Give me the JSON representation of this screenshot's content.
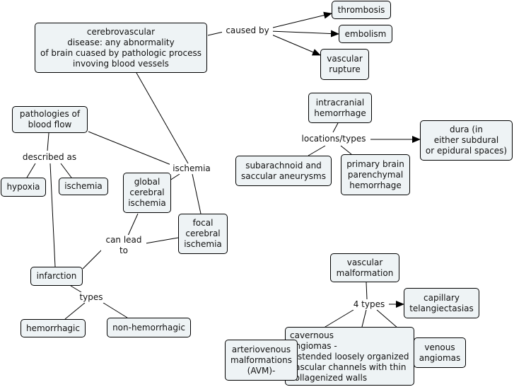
{
  "nodes": {
    "cerebrovascular": "cerebrovascular\ndisease: any abnormality\nof brain cuased by pathologic process\ninvoving blood vessels",
    "thrombosis": "thrombosis",
    "embolism": "embolism",
    "vascular_rupture": "vascular\nrupture",
    "pathologies": "pathologies of\nblood flow",
    "hypoxia": "hypoxia",
    "ischemia_box": "ischemia",
    "global_ischemia": "global\ncerebral\nischemia",
    "focal_ischemia": "focal\ncerebral\nischemia",
    "infarction": "infarction",
    "hemorrhagic": "hemorrhagic",
    "non_hemorrhagic": "non-hemorrhagic",
    "intracranial": "intracranial\nhemorrhage",
    "dura": "dura (in\neither subdural\nor epidural spaces)",
    "subarachnoid": "subarachnoid and\nsaccular aneurysms",
    "primary_brain": "primary brain\nparenchymal\nhemorrhage",
    "vascular_malformation": "vascular\nmalformation",
    "capillary": "capillary\ntelangiectasias",
    "venous": "venous\nangiomas",
    "cavernous": "cavernous\nangiomas -\ndistended loosely organized\nvascular channels with thin\ncollagenized walls",
    "arteriovenous": "arteriovenous\nmalformations\n(AVM)-"
  },
  "labels": {
    "caused_by": "caused by",
    "described_as": "described as",
    "ischemia_link": "ischemia",
    "can_lead_to": "can lead\nto",
    "types": "types",
    "locations_types": "locations/types",
    "four_types": "4 types"
  }
}
